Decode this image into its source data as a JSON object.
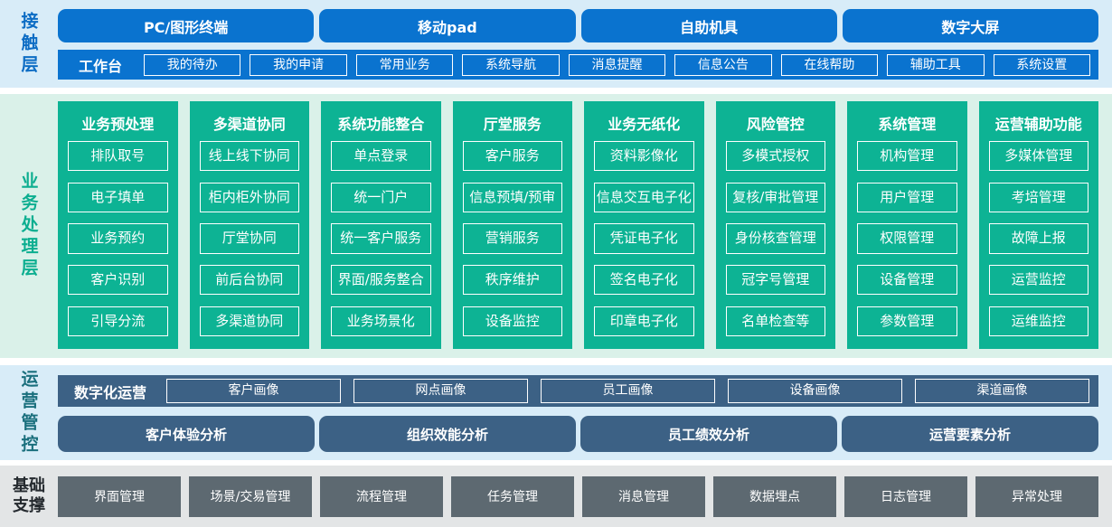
{
  "contact_layer": {
    "label": "接触层",
    "channels": [
      "PC/图形终端",
      "移动pad",
      "自助机具",
      "数字大屏"
    ],
    "workbench": {
      "label": "工作台",
      "items": [
        "我的待办",
        "我的申请",
        "常用业务",
        "系统导航",
        "消息提醒",
        "信息公告",
        "在线帮助",
        "辅助工具",
        "系统设置"
      ]
    }
  },
  "business_layer": {
    "label": "业务处理层",
    "columns": [
      {
        "title": "业务预处理",
        "items": [
          "排队取号",
          "电子填单",
          "业务预约",
          "客户识别",
          "引导分流"
        ]
      },
      {
        "title": "多渠道协同",
        "items": [
          "线上线下协同",
          "柜内柜外协同",
          "厅堂协同",
          "前后台协同",
          "多渠道协同"
        ]
      },
      {
        "title": "系统功能整合",
        "items": [
          "单点登录",
          "统一门户",
          "统一客户服务",
          "界面/服务整合",
          "业务场景化"
        ]
      },
      {
        "title": "厅堂服务",
        "items": [
          "客户服务",
          "信息预填/预审",
          "营销服务",
          "秩序维护",
          "设备监控"
        ]
      },
      {
        "title": "业务无纸化",
        "items": [
          "资料影像化",
          "信息交互电子化",
          "凭证电子化",
          "签名电子化",
          "印章电子化"
        ]
      },
      {
        "title": "风险管控",
        "items": [
          "多模式授权",
          "复核/审批管理",
          "身份核查管理",
          "冠字号管理",
          "名单检查等"
        ]
      },
      {
        "title": "系统管理",
        "items": [
          "机构管理",
          "用户管理",
          "权限管理",
          "设备管理",
          "参数管理"
        ]
      },
      {
        "title": "运营辅助功能",
        "items": [
          "多媒体管理",
          "考培管理",
          "故障上报",
          "运营监控",
          "运维监控"
        ]
      }
    ]
  },
  "operations_layer": {
    "label": "运营管控",
    "digital_ops": {
      "label": "数字化运营",
      "items": [
        "客户画像",
        "网点画像",
        "员工画像",
        "设备画像",
        "渠道画像"
      ]
    },
    "analyses": [
      "客户体验分析",
      "组织效能分析",
      "员工绩效分析",
      "运营要素分析"
    ]
  },
  "foundation_layer": {
    "label": "基础支撑",
    "items": [
      "界面管理",
      "场景/交易管理",
      "流程管理",
      "任务管理",
      "消息管理",
      "数据埋点",
      "日志管理",
      "异常处理"
    ]
  },
  "colors": {
    "azure_blue": "#0a73cf",
    "light_blue_band": "#d8ecf8",
    "teal_green": "#0db394",
    "light_green_band": "#daf1e9",
    "steel_blue": "#3c6185",
    "teal_label": "#1a6f7d",
    "blue_label": "#0c6cc4",
    "green_label": "#0cae90",
    "gray_box": "#5d6971",
    "light_gray_band": "#e3e5e6",
    "dark_label": "#24292e"
  }
}
